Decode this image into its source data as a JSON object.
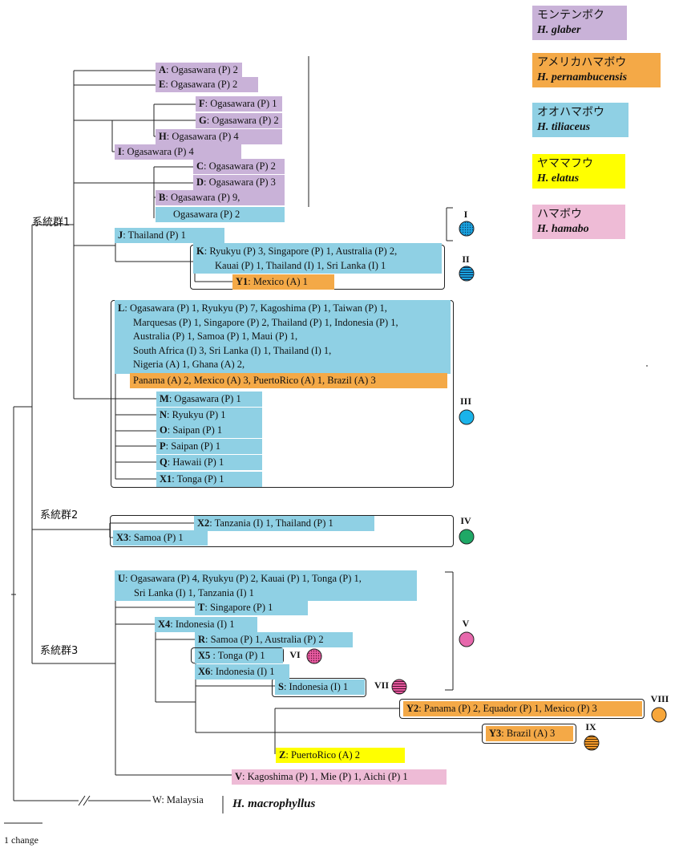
{
  "legend": [
    {
      "jp": "モンテンボク",
      "species": "H. glaber",
      "color": "#c9b2d8"
    },
    {
      "jp": "アメリカハマボウ",
      "species": "H. pernambucensis",
      "color": "#f4a947"
    },
    {
      "jp": "オオハマボウ",
      "species": "H. tiliaceus",
      "color": "#8fd0e4"
    },
    {
      "jp": "ヤママフウ",
      "species": "H. elatus",
      "color": "#ffff00"
    },
    {
      "jp": "ハマボウ",
      "species": "H. hamabo",
      "color": "#eebbd6"
    }
  ],
  "clades": {
    "c1": "系統群1",
    "c2": "系統群2",
    "c3": "系統群3"
  },
  "haplotypes": {
    "A": {
      "code": "A",
      "text": ": Ogasawara (P) 2"
    },
    "E": {
      "code": "E",
      "text": ": Ogasawara (P) 2"
    },
    "F": {
      "code": "F",
      "text": ": Ogasawara (P) 1"
    },
    "G": {
      "code": "G",
      "text": ": Ogasawara (P) 2"
    },
    "H": {
      "code": "H",
      "text": ": Ogasawara (P) 4"
    },
    "I": {
      "code": "I",
      "text": ": Ogasawara (P) 4"
    },
    "C": {
      "code": "C",
      "text": ": Ogasawara (P) 2"
    },
    "D": {
      "code": "D",
      "text": ": Ogasawara (P) 3"
    },
    "B": {
      "code": "B",
      "text": ": Ogasawara (P) 9,",
      "text2": "Ogasawara (P) 2"
    },
    "J": {
      "code": "J",
      "text": ": Thailand (P) 1"
    },
    "K": {
      "code": "K",
      "line1": ": Ryukyu (P) 3, Singapore (P) 1,  Australia (P) 2,",
      "line2": "Kauai (P) 1, Thailand (I) 1, Sri Lanka (I) 1"
    },
    "Y1": {
      "code": "Y1",
      "text": ": Mexico (A) 1"
    },
    "L": {
      "code": "L",
      "lines": [
        ": Ogasawara (P) 1, Ryukyu (P) 7, Kagoshima (P) 1, Taiwan (P) 1,",
        "Marquesas (P) 1, Singapore (P) 2, Thailand (P) 1, Indonesia (P) 1,",
        "Australia (P) 1, Samoa (P) 1, Maui (P) 1,",
        "South Africa (I) 3, Sri Lanka (I) 1, Thailand (I) 1,",
        "Nigeria (A) 1, Ghana (A) 2,"
      ],
      "american": "Panama (A) 2, Mexico (A) 3, PuertoRico (A) 1, Brazil (A) 3"
    },
    "M": {
      "code": "M",
      "text": ": Ogasawara (P) 1"
    },
    "N": {
      "code": "N",
      "text": ": Ryukyu (P) 1"
    },
    "O": {
      "code": "O",
      "text": ": Saipan (P) 1"
    },
    "P": {
      "code": "P",
      "text": ": Saipan (P) 1"
    },
    "Q": {
      "code": "Q",
      "text": ": Hawaii (P) 1"
    },
    "X1": {
      "code": "X1",
      "text": ": Tonga (P) 1"
    },
    "X2": {
      "code": "X2",
      "text": ": Tanzania (I) 1, Thailand (P) 1"
    },
    "X3": {
      "code": "X3",
      "text": ": Samoa (P) 1"
    },
    "U": {
      "code": "U",
      "line1": ": Ogasawara (P) 4, Ryukyu (P) 2, Kauai (P) 1, Tonga (P) 1,",
      "line2": "Sri Lanka (I) 1, Tanzania (I) 1"
    },
    "T": {
      "code": "T",
      "text": ": Singapore (P) 1"
    },
    "X4": {
      "code": "X4",
      "text": ": Indonesia (I) 1"
    },
    "R": {
      "code": "R",
      "text": ": Samoa (P) 1, Australia (P) 2"
    },
    "X5": {
      "code": "X5",
      "text": " : Tonga (P) 1"
    },
    "X6": {
      "code": "X6",
      "text": ": Indonesia (I) 1"
    },
    "S": {
      "code": "S",
      "text": ": Indonesia (I) 1"
    },
    "Y2": {
      "code": "Y2",
      "text": ": Panama (P) 2, Equador (P) 1, Mexico (P) 3"
    },
    "Y3": {
      "code": "Y3",
      "text": ": Brazil (A) 3"
    },
    "Z": {
      "code": "Z",
      "text": ": PuertoRico (A) 2"
    },
    "V": {
      "code": "V",
      "text": ": Kagoshima (P) 1, Mie (P) 1, Aichi (P) 1"
    },
    "W": {
      "text": "W: Malaysia"
    }
  },
  "outgroup_species": "H. macrophyllus",
  "groups": [
    "I",
    "II",
    "III",
    "IV",
    "V",
    "VI",
    "VII",
    "VIII",
    "IX"
  ],
  "scale_label": "1 change"
}
